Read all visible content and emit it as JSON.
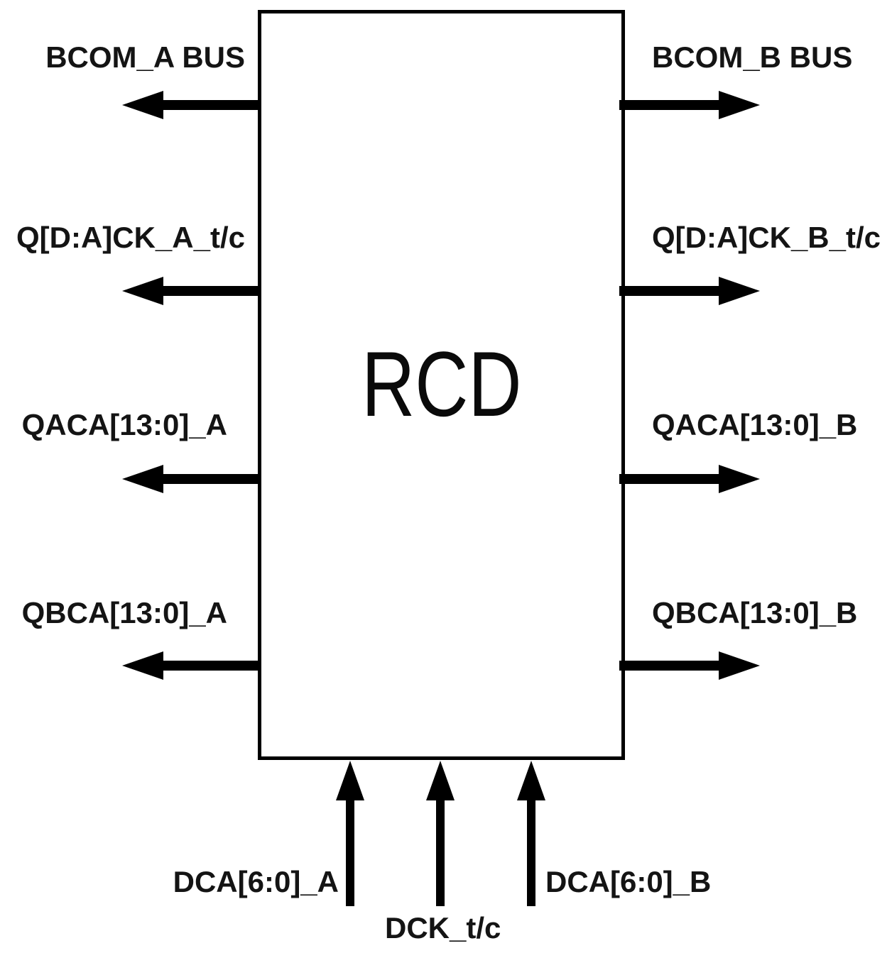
{
  "diagram": {
    "block_label": "RCD",
    "ink_color": "#000000",
    "text_color": "#141414",
    "background_color": "#ffffff",
    "left_ports": [
      {
        "label": "BCOM_A BUS",
        "direction": "out-left"
      },
      {
        "label": "Q[D:A]CK_A_t/c",
        "direction": "out-left"
      },
      {
        "label": "QACA[13:0]_A",
        "direction": "out-left"
      },
      {
        "label": "QBCA[13:0]_A",
        "direction": "out-left"
      }
    ],
    "right_ports": [
      {
        "label": "BCOM_B BUS",
        "direction": "out-right"
      },
      {
        "label": "Q[D:A]CK_B_t/c",
        "direction": "out-right"
      },
      {
        "label": "QACA[13:0]_B",
        "direction": "out-right"
      },
      {
        "label": "QBCA[13:0]_B",
        "direction": "out-right"
      }
    ],
    "bottom_ports": [
      {
        "label": "DCA[6:0]_A",
        "direction": "in-up"
      },
      {
        "label": "DCK_t/c",
        "direction": "in-up"
      },
      {
        "label": "DCA[6:0]_B",
        "direction": "in-up"
      }
    ]
  }
}
